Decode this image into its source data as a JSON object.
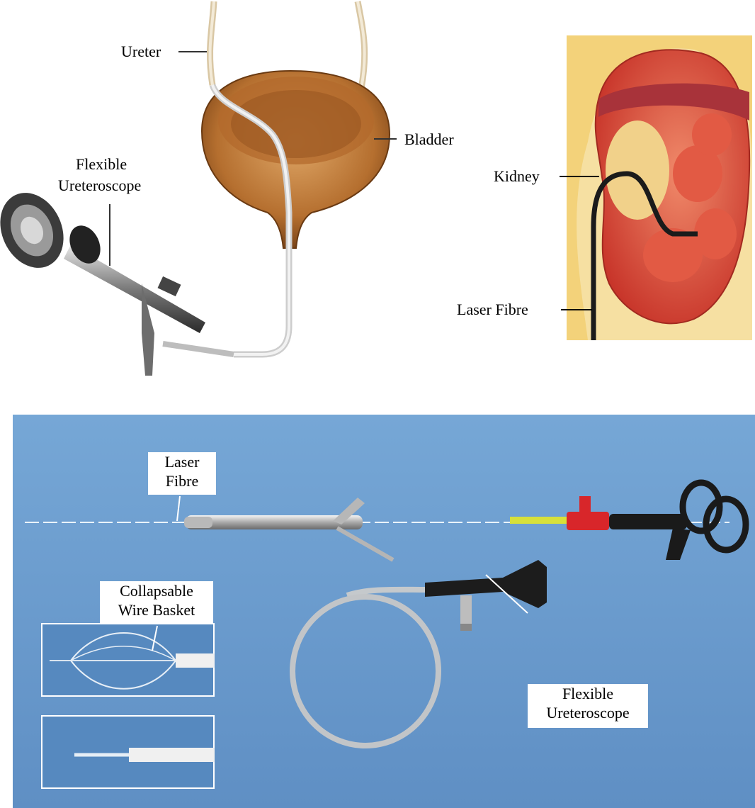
{
  "top_illustration": {
    "labels": {
      "ureter": "Ureter",
      "bladder": "Bladder",
      "flexible_ureteroscope_line1": "Flexible",
      "flexible_ureteroscope_line2": "Ureteroscope",
      "kidney": "Kidney",
      "laser_fibre": "Laser Fibre"
    }
  },
  "bottom_photo": {
    "labels": {
      "laser_fibre_line1": "Laser",
      "laser_fibre_line2": "Fibre",
      "basket_line1": "Collapsable",
      "basket_line2": "Wire Basket",
      "ureteroscope_line1": "Flexible",
      "ureteroscope_line2": "Ureteroscope"
    }
  },
  "colors": {
    "photo_background": "#6f9fd0",
    "bladder": "#b87435",
    "kidney": "#d94a3a",
    "fat": "#f3d27a"
  }
}
